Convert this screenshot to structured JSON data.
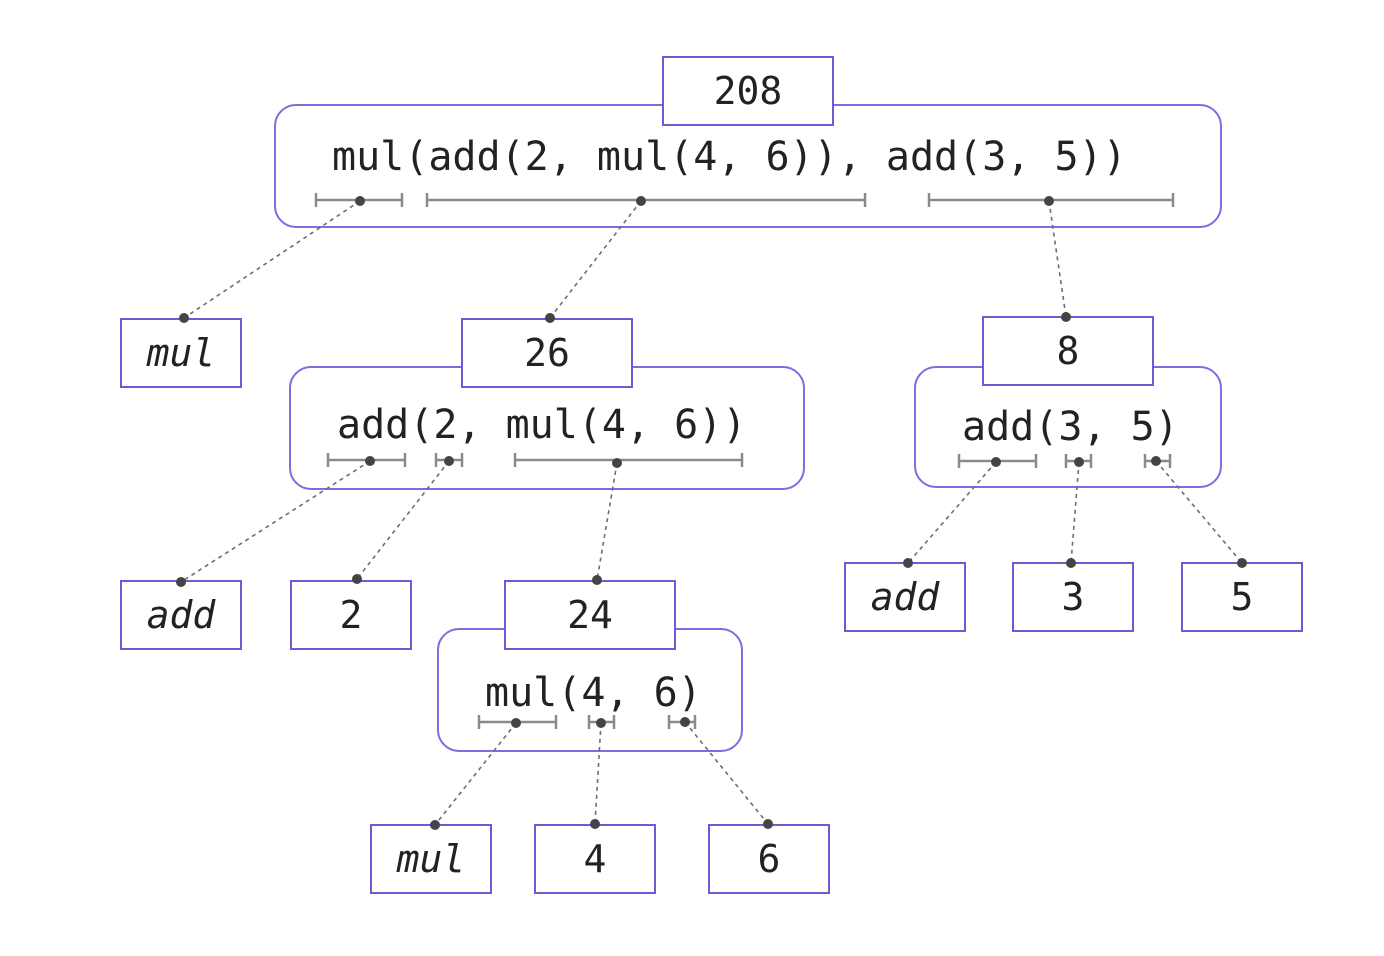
{
  "nodes": {
    "root": {
      "value": "208",
      "expr": "mul(add(2, mul(4, 6)), add(3, 5))"
    },
    "root_op": "mul",
    "n26": {
      "value": "26",
      "expr": "add(2, mul(4, 6))"
    },
    "n26_op": "add",
    "n26_arg": "2",
    "n24": {
      "value": "24",
      "expr": "mul(4, 6)"
    },
    "n24_op": "mul",
    "n24_arg1": "4",
    "n24_arg2": "6",
    "n8": {
      "value": "8",
      "expr": "add(3, 5)"
    },
    "n8_op": "add",
    "n8_arg1": "3",
    "n8_arg2": "5"
  },
  "colors": {
    "border": "#6a5cd6",
    "line": "#8a8a8a",
    "dot": "#444444"
  }
}
